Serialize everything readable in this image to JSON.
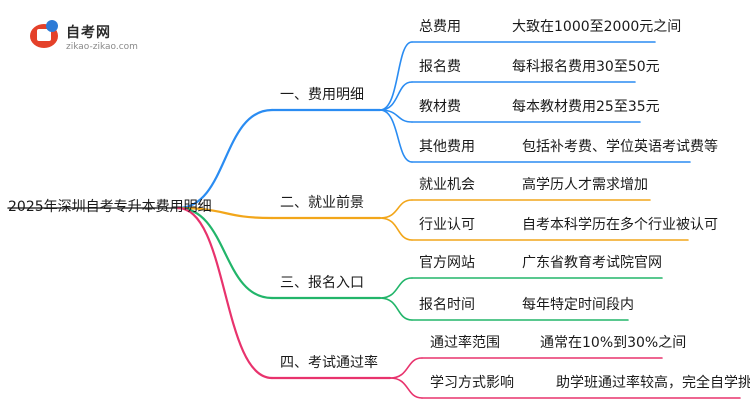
{
  "logo": {
    "name": "自考网",
    "url": "zikao-zikao.com"
  },
  "root": {
    "label": "2025年深圳自考专升本费用明细"
  },
  "branches": [
    {
      "label": "一、费用明细",
      "color": "#2a8cf2",
      "items": [
        {
          "label": "总费用",
          "value": "大致在1000至2000元之间"
        },
        {
          "label": "报名费",
          "value": "每科报名费用30至50元"
        },
        {
          "label": "教材费",
          "value": "每本教材费用25至35元"
        },
        {
          "label": "其他费用",
          "value": "包括补考费、学位英语考试费等"
        }
      ]
    },
    {
      "label": "二、就业前景",
      "color": "#f2a61a",
      "items": [
        {
          "label": "就业机会",
          "value": "高学历人才需求增加"
        },
        {
          "label": "行业认可",
          "value": "自考本科学历在多个行业被认可"
        }
      ]
    },
    {
      "label": "三、报名入口",
      "color": "#22b56a",
      "items": [
        {
          "label": "官方网站",
          "value": "广东省教育考试院官网"
        },
        {
          "label": "报名时间",
          "value": "每年特定时间段内"
        }
      ]
    },
    {
      "label": "四、考试通过率",
      "color": "#e8336d",
      "items": [
        {
          "label": "通过率范围",
          "value": "通常在10%到30%之间"
        },
        {
          "label": "学习方式影响",
          "value": "助学班通过率较高，完全自学挑战大"
        }
      ]
    }
  ]
}
